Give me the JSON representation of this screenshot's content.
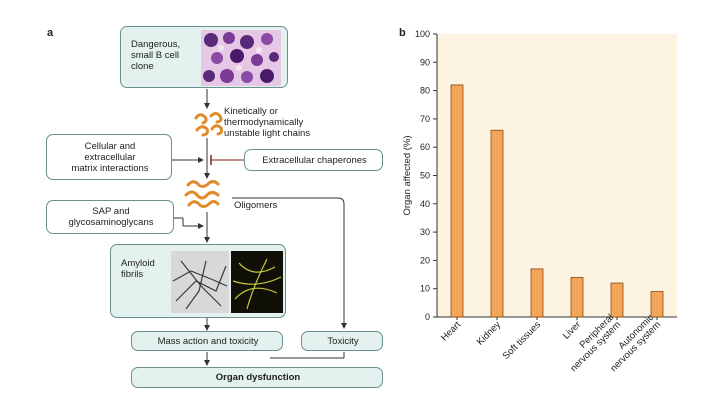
{
  "panel_a": {
    "label": "a",
    "clone_box": "Dangerous,\nsmall B cell\nclone",
    "light_chains_text": "Kinetically or\nthermodynamically\nunstable light chains",
    "cellular_box": "Cellular and\nextracellular\nmatrix interactions",
    "chaperones_box": "Extracellular chaperones",
    "oligomers_text": "Oligomers",
    "sap_box": "SAP and\nglycosaminoglycans",
    "amyloid_box": "Amyloid\nfibrils",
    "mass_action_box": "Mass action and toxicity",
    "toxicity_box": "Toxicity",
    "organ_box": "Organ dysfunction"
  },
  "panel_b": {
    "label": "b"
  },
  "colors": {
    "box_border": "#6a8f8f",
    "box_fill_teal": "#e3f1ef",
    "plot_background": "#fdf3e1",
    "bar_fill": "#f3a65a",
    "bar_edge": "#8a4a12",
    "inhibit": "#8b1a1a"
  },
  "chart_data": {
    "type": "bar",
    "ylabel": "Organ affected (%)",
    "xlabel": "",
    "ylim": [
      0,
      100
    ],
    "yticks": [
      0,
      10,
      20,
      30,
      40,
      50,
      60,
      70,
      80,
      90,
      100
    ],
    "categories": [
      "Heart",
      "Kidney",
      "Soft tissues",
      "Liver",
      "Peripheral\nnervous system",
      "Autonomic\nnervous system"
    ],
    "values": [
      82,
      66,
      17,
      14,
      12,
      9
    ]
  }
}
